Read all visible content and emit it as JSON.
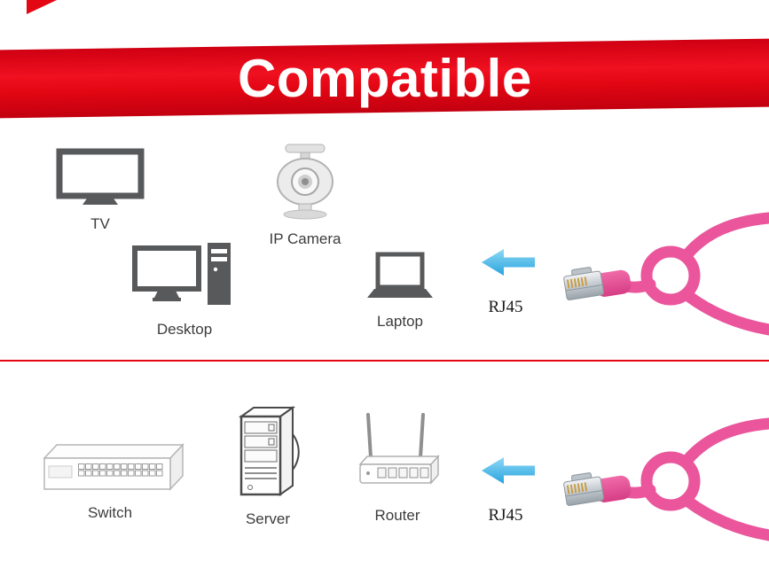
{
  "banner": {
    "title": "Compatible"
  },
  "colors": {
    "banner_red": "#e30613",
    "arrow_cyan": "#4fc0ee",
    "cable_pink": "#ea559c",
    "icon_dark": "#58595b",
    "label_color": "#3c3c3b",
    "rj45_text_color": "#1a1a1a"
  },
  "top_section": {
    "devices": [
      {
        "label": "TV",
        "icon": "tv-icon"
      },
      {
        "label": "IP Camera",
        "icon": "ip-camera-icon"
      },
      {
        "label": "Desktop",
        "icon": "desktop-icon"
      },
      {
        "label": "Laptop",
        "icon": "laptop-icon"
      }
    ],
    "arrow_icon": "arrow-left-icon",
    "connector_label": "RJ45",
    "cable_icon": "rj45-pink-cable-icon"
  },
  "bottom_section": {
    "devices": [
      {
        "label": "Switch",
        "icon": "switch-icon"
      },
      {
        "label": "Server",
        "icon": "server-icon"
      },
      {
        "label": "Router",
        "icon": "router-icon"
      }
    ],
    "arrow_icon": "arrow-left-icon",
    "connector_label": "RJ45",
    "cable_icon": "rj45-pink-cable-icon"
  }
}
